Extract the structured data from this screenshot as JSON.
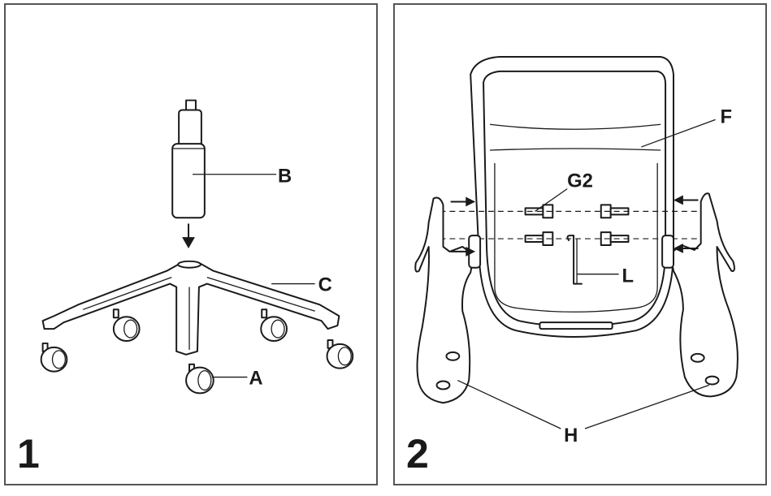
{
  "steps": [
    {
      "number": "1",
      "labels": {
        "a": "A",
        "b": "B",
        "c": "C"
      }
    },
    {
      "number": "2",
      "labels": {
        "f": "F",
        "g2": "G2",
        "l": "L",
        "h": "H"
      }
    }
  ]
}
